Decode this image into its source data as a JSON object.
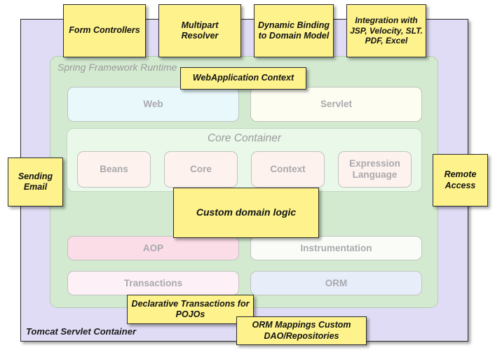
{
  "diagram": {
    "title": "Spring Framework Runtime overlay diagram",
    "outer_container": {
      "label": "Tomcat Servlet Container",
      "color": "#e0dcf5"
    },
    "framework": {
      "label": "Spring Framework Runtime",
      "color": "#d3ead0"
    },
    "core_container": {
      "label": "Core Container",
      "color": "#e9f8e8",
      "modules": [
        {
          "label": "Beans",
          "color": "#fdf2ee"
        },
        {
          "label": "Core",
          "color": "#fdf2ee"
        },
        {
          "label": "Context",
          "color": "#fdf2ee"
        },
        {
          "label": "Expression Language",
          "color": "#fdf2ee"
        }
      ]
    },
    "web_row": [
      {
        "label": "Web",
        "color": "#e8f8fb"
      },
      {
        "label": "Servlet",
        "color": "#fdfdf2"
      }
    ],
    "aop_row": [
      {
        "label": "AOP",
        "color": "#fbdde7"
      },
      {
        "label": "Instrumentation",
        "color": "#fafdf7"
      }
    ],
    "data_row": [
      {
        "label": "Transactions",
        "color": "#fdf0f6"
      },
      {
        "label": "ORM",
        "color": "#e8edfa"
      }
    ],
    "notes": [
      {
        "id": "form-controllers",
        "text": "Form Controllers"
      },
      {
        "id": "multipart-resolver",
        "text": "Multipart Resolver"
      },
      {
        "id": "dynamic-binding",
        "text": "Dynamic Binding to Domain Model"
      },
      {
        "id": "integration",
        "text": "Integration with JSP, Velocity, SLT. PDF, Excel"
      },
      {
        "id": "webapplication-context",
        "text": "WebApplication Context"
      },
      {
        "id": "sending-email",
        "text": "Sending Email"
      },
      {
        "id": "remote-access",
        "text": "Remote Access"
      },
      {
        "id": "custom-domain-logic",
        "text": "Custom domain logic"
      },
      {
        "id": "declarative-transactions",
        "text": "Declarative Transactions for POJOs"
      },
      {
        "id": "orm-mappings",
        "text": "ORM Mappings Custom DAO/Repositories"
      }
    ],
    "note_colors": {
      "fill": "#fdf28c",
      "border": "#2b2b2b"
    }
  }
}
